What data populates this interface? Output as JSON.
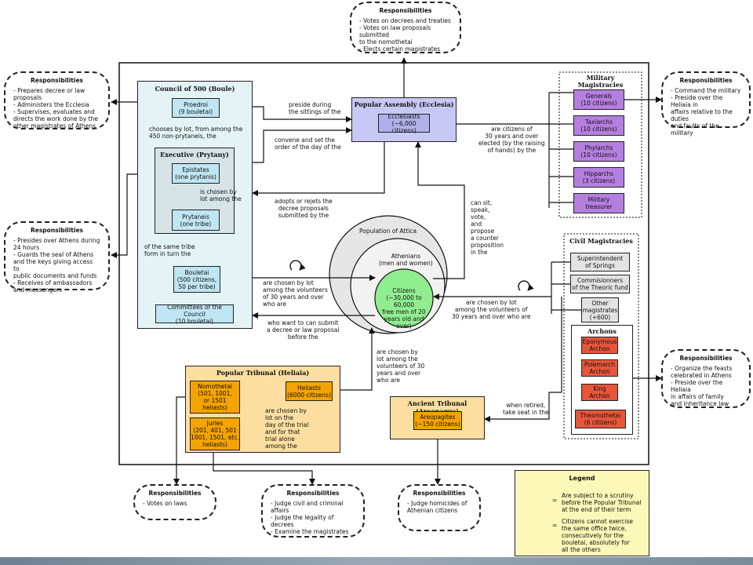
{
  "assembly": {
    "title": "Popular Assembly (Ecclesia)",
    "ecclesiasts": "Ecclesiasts\n(~6,000 citizens)",
    "responsibilities": {
      "title": "Responsibilities",
      "items": [
        "- Votes on decrees and treaties",
        "- Votes on law proposals submitted\nto the nomothetai",
        "- Elects certain magistrates"
      ]
    }
  },
  "boule": {
    "title": "Council of 500 (Boule)",
    "proedroi": "Proedroi\n(9 bouletai)",
    "executive_title": "Executive (Prytany)",
    "epistates": "Epistates\n(one prytanis)",
    "prytaneis": "Prytaneis\n(one tribe)",
    "bouletai": "Bouletai\n(500 citizens,\n50 per tribe)",
    "committees": "Committees of the Council\n(10 bouletai)",
    "responsibilities": {
      "title": "Responsibilities",
      "items": [
        "- Prepares decree or law proposals",
        "- Administers the Ecclesia",
        "- Supervises, evaluates and\ndirects the work done by the\nother magistrates of Athens"
      ]
    }
  },
  "prytany_responsibilities": {
    "title": "Responsibilities",
    "items": [
      "- Presides over Athens during\n24 hours",
      "- Guards the seal of Athens\nand the keys giving access to\npublic documents and funds",
      "- Receives of ambassadors\nand messengers"
    ]
  },
  "military": {
    "title": "Military Magistracies",
    "generals": "Generals\n(10 citizens)",
    "taxiarchs": "Taxiarchs\n(10 citizens)",
    "phylarchs": "Phylarchs\n(10 citizens)",
    "hipparchs": "Hipparchs\n(3 citizens)",
    "treasurer": "Military\ntreasurer",
    "responsibilities": {
      "title": "Responsibilities",
      "items": [
        "- Command the military",
        "- Preside over the Heliaia in\naffairs relative to the duties\nand faults of the military"
      ]
    }
  },
  "civil": {
    "title": "Civil Magistracies",
    "superintendent": "Superintendent\nof Springs",
    "commissioners": "Commisionners\nof the Theoric fund",
    "other": "Other\nmagistrates\n(+600)",
    "archons_title": "Archons",
    "eponymous": "Eponymous\nArchon",
    "polemarch": "Polemarch\nArchon",
    "king": "King\nArchon",
    "thesmothetai": "Thesmothetai\n(6 citizens)",
    "responsibilities": {
      "title": "Responsibilities",
      "items": [
        "- Organize the feasts\ncelebrated in Athens",
        "- Preside over the Heliaia\nin affairs of family\nand inheritance law"
      ]
    }
  },
  "population": {
    "attica": "Population of Attica",
    "athenians": "Athenians\n(men and women)",
    "citizens": "Citizens\n(~30,000 to 60,000\nfree men of 20\nyears old and\nover)"
  },
  "heliaia": {
    "title": "Popular Tribunal (Heliaia)",
    "nomothetai": "Nomothetai\n(501, 1001,\nor 1501\nheliasts)",
    "juries": "Juries\n(201, 401, 501\n1001, 1501, etc.\nheliasts)",
    "heliasts": "Heliasts\n(6000 citizens)",
    "nomothetai_resp": {
      "title": "Responsibilities",
      "items": [
        "- Votes on laws"
      ]
    },
    "juries_resp": {
      "title": "Responsibilities",
      "items": [
        "- Judge civil and criminal affairs",
        "- Judge the legality of decrees",
        "- Examine the magistrates"
      ]
    }
  },
  "areopagus": {
    "title": "Ancient Tribunal (Areopagus)",
    "areopagites": "Areopagites\n(~150 citizens)",
    "responsibilities": {
      "title": "Responsibilities",
      "items": [
        "- Judge homicides of\nAthenian citizens"
      ]
    }
  },
  "labels": {
    "preside": "preside during\nthe sittings of the",
    "convene": "convene and set the\norder of the day of the",
    "chooses": "chooses by lot, from among the\n450 non-prytaneis, the",
    "chosen_prytaneis": "is chosen by\nlot among the",
    "same_tribe": "of the same tribe\nform in turn the",
    "adopts": "adopts or rejets the\ndecree proposals\nsubmitted by the",
    "can_sit": "can sit,\nspeak,\nvote,\nand\npropose\na counter\nproposition\nin the",
    "are_citizens": "are citizens of\n30 years and over\nelected (by the raising\nof hands) by the",
    "chosen_bouletai": "are chosen by lot\namong the volunteers\nof 30 years and over\nwho are",
    "who_want": "who want to can submit\na decree or law proposal\nbefore the",
    "chosen_magistrates": "are chosen by lot\namong the volunteers of\n30 years and over who are",
    "chosen_heliasts": "are chosen by\nlot among the\nvolunteers of 30\nyears and over\nwho are",
    "when_retired": "when retired,\ntake seat in the",
    "chosen_juries": "are chosen by\nlot on the\nday of the trial\nand for that\ntrial alone\namong the"
  },
  "legend": {
    "title": "Legend",
    "eq1": "=",
    "item1": "Are subject to a scrutiny\nbefore the Popular Tribunal\nat the end of their term",
    "eq2": "=",
    "item2": "Citizens cannot exercise\nthe same office twice,\nconsecutively for the\nbouletai, absolutely for\nall the others"
  },
  "colors": {
    "purple": "#b57fe0",
    "lightblue": "#bfe6f2",
    "assembly_bg": "#c8c8f4",
    "boule_bg": "#e4f4f6",
    "citizens": "#90ee90",
    "red": "#e8553a",
    "orange": "#f5a300",
    "tribunal_bg": "#fcdfa0",
    "legend_bg": "#fcf8b8"
  }
}
